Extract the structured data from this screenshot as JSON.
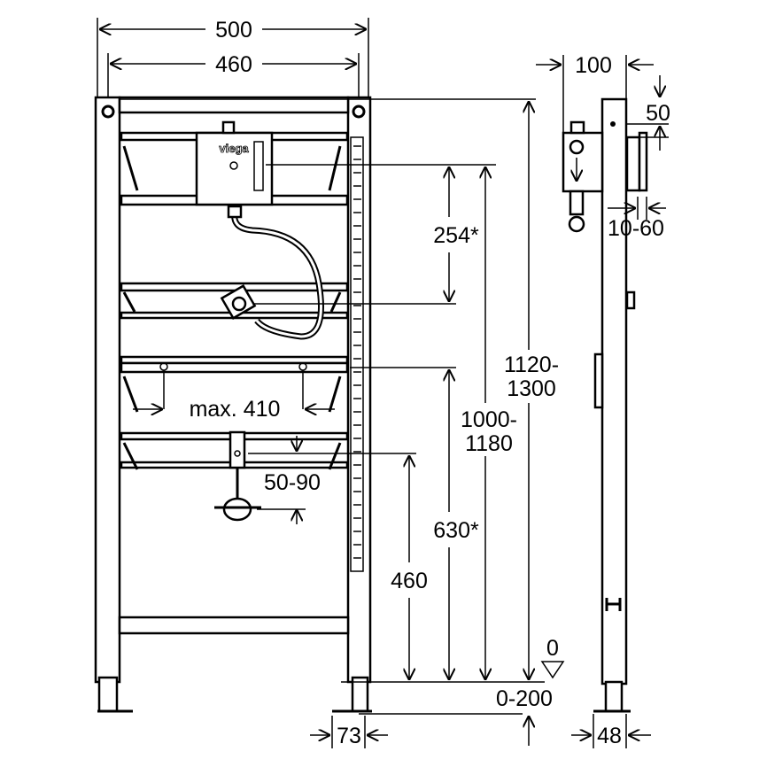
{
  "front_view": {
    "width_outer": "500",
    "width_inner": "460",
    "cistern_to_outlet": "254*",
    "total_height": [
      "1120-",
      "1300"
    ],
    "outlet_height": [
      "1000-",
      "1180"
    ],
    "bracket_span": "max. 410",
    "bracket_adjust": "50-90",
    "bracket_height": "630*",
    "lower_height": "460",
    "floor_mark": "0",
    "foot_adjust": "0-200",
    "foot_depth": "73",
    "brand_logo": "viega"
  },
  "side_view": {
    "depth": "100",
    "top_offset": "50",
    "outlet_adjust": "10-60",
    "foot_width": "48"
  }
}
